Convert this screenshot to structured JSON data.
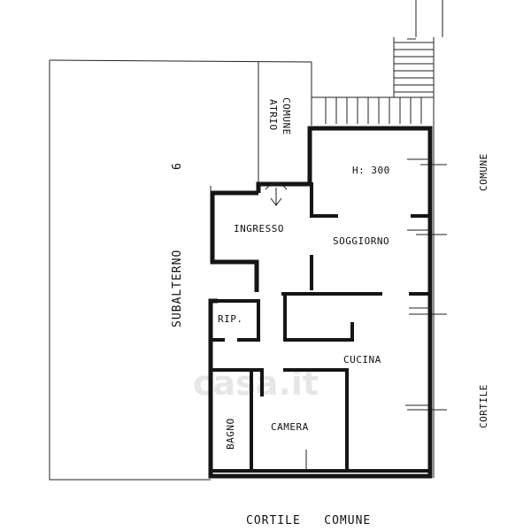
{
  "labels": {
    "atrio_comune_line1": "ATRIO",
    "atrio_comune_line2": "COMUNE",
    "subalterno": "SUBALTERNO",
    "subalterno_number": "6",
    "height": "H: 300",
    "ingresso": "INGRESSO",
    "soggiorno": "SOGGIORNO",
    "ripostiglio": "RIP.",
    "cucina": "CUCINA",
    "bagno": "BAGNO",
    "camera": "CAMERA",
    "comune_right": "COMUNE",
    "cortile_right": "CORTILE",
    "cortile_comune": "CORTILE   COMUNE"
  },
  "watermark": "casa.it",
  "colors": {
    "ink": "#151515",
    "paper": "#ffffff",
    "watermark": "#e6e6e6"
  }
}
